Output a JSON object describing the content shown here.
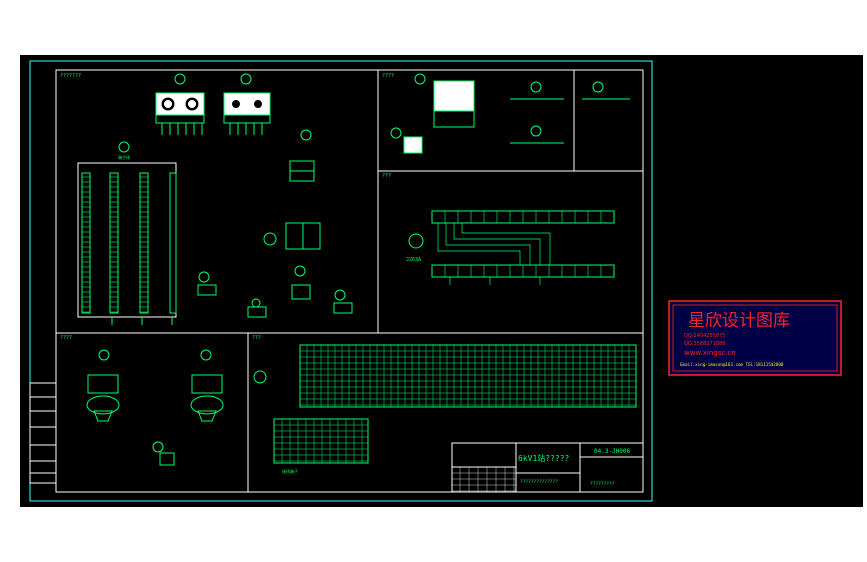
{
  "drawing": {
    "title": "6kV1站?????",
    "code": "04.3-JH006",
    "subtitle": "??????????????",
    "subtitle2": "?????????",
    "panel_upper_right": "????",
    "panel_mid_right": "???",
    "panel_lower_left": "????",
    "panel_lower_mid": "???",
    "panel_left_top": "???????"
  },
  "watermark": {
    "title": "星欣设计图库",
    "qq1": "QQ:1404255875",
    "qq2": "QQ:3588271588",
    "web": "www.xingsc.cn",
    "email": "Email:xing-imason@163.com  TEL:18111542800"
  },
  "labels": {
    "terminal_block": "JZ63A",
    "left_bus": "端子排",
    "bottom_ref": "接线端子"
  },
  "colors": {
    "frame": "#33ffff",
    "line": "#ffffff",
    "element": "#00ff66",
    "watermark_border": "#ff2222",
    "watermark_text": "#ff2222",
    "watermark_bg": "#0000cc"
  }
}
